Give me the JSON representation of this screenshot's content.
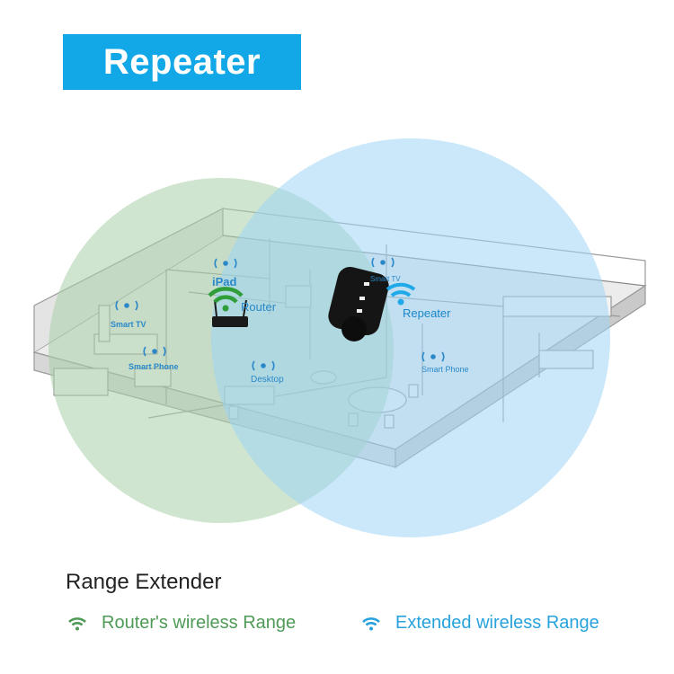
{
  "title": "Repeater",
  "colors": {
    "title_bg": "#12a7e6",
    "router_range": "#a8cfa8",
    "extended_range": "#9fd5f5",
    "green": "#4e9a56",
    "blue": "#27a2dc"
  },
  "devices": {
    "ipad": "iPad",
    "router": "Router",
    "repeater": "Repeater",
    "smart_tv_left": "Smart TV",
    "smart_tv_right": "Smart TV",
    "smart_phone_left": "Smart Phone",
    "smart_phone_right": "Smart Phone",
    "desktop": "Desktop"
  },
  "legend": {
    "title": "Range Extender",
    "router_range": "Router's wireless Range",
    "extended_range": "Extended wireless Range",
    "router_icon": "wifi-icon",
    "extended_icon": "wifi-icon"
  }
}
